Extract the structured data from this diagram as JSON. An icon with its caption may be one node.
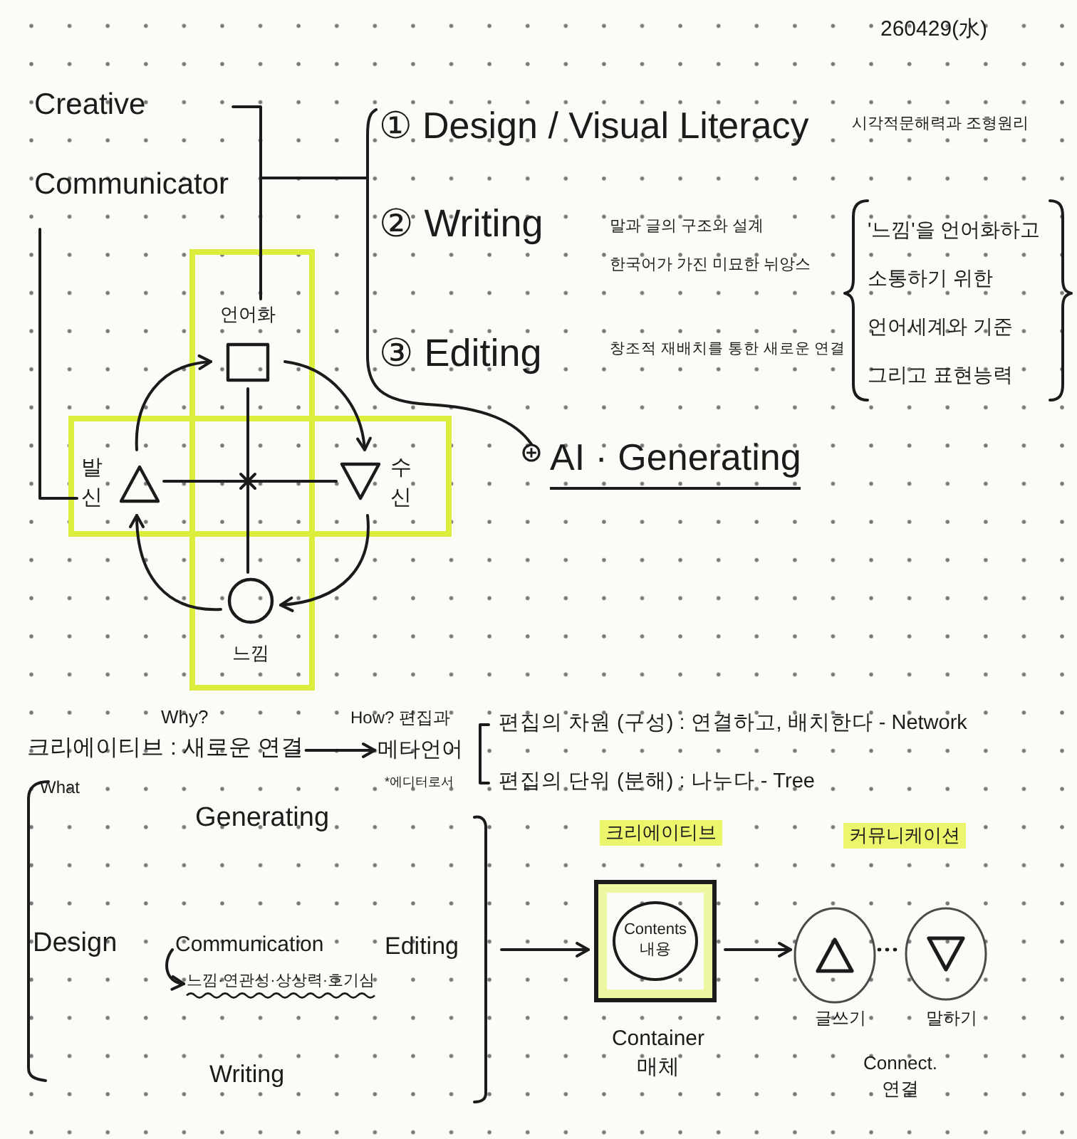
{
  "diagram": {
    "nodes": [
      {
        "text": [
          "Creative Communicator"
        ]
      },
      {
        "text": [
          "① Design / Visual Literacy"
        ]
      },
      {
        "text": [
          "② Writing"
        ]
      },
      {
        "text": [
          "③ Editing"
        ]
      },
      {
        "text": [
          "AI · Generating"
        ]
      },
      {
        "text": [
          "언어화"
        ]
      },
      {
        "text": [
          "발신"
        ]
      },
      {
        "text": [
          "수신"
        ]
      },
      {
        "text": [
          "느낌"
        ]
      },
      {
        "text": [
          "크리에이티브 : 새로운 연결"
        ],
        "beside": [
          "Why?"
        ]
      },
      {
        "text": [
          "메타언어"
        ],
        "beside": [
          "How? 편집과",
          "*에디터로서"
        ]
      },
      {
        "text": [
          "Generating"
        ]
      },
      {
        "text": [
          "Design"
        ]
      },
      {
        "text": [
          "Communication"
        ]
      },
      {
        "text": [
          "느낌·연관성·상상력·호기심"
        ]
      },
      {
        "text": [
          "Editing"
        ]
      },
      {
        "text": [
          "Writing"
        ]
      },
      {
        "text": [
          "크리에이티브"
        ],
        "beside": [
          "Container 매체"
        ]
      },
      {
        "text": [
          "Contents 내용"
        ],
        "in": 17
      },
      {
        "text": [],
        "shape": "circle",
        "beside": [
          "글쓰기"
        ]
      },
      {
        "text": [],
        "shape": "circle",
        "beside": [
          "말하기"
        ]
      }
    ],
    "edges": [
      {
        "from": 0,
        "to": 1,
        "arrow": "none"
      },
      {
        "from": 0,
        "to": 4,
        "arrow": "other"
      },
      {
        "from": 0,
        "to": 5,
        "arrow": "none"
      },
      {
        "from": 0,
        "to": 6,
        "arrow": "none"
      },
      {
        "from": 6,
        "to": 5,
        "arrow": "to"
      },
      {
        "from": 5,
        "to": 7,
        "arrow": "to"
      },
      {
        "from": 7,
        "to": 8,
        "arrow": "to"
      },
      {
        "from": 8,
        "to": 6,
        "arrow": "to"
      },
      {
        "from": 5,
        "to": 8,
        "arrow": "none"
      },
      {
        "from": 6,
        "to": 7,
        "arrow": "none"
      },
      {
        "from": 9,
        "to": 10,
        "arrow": "to"
      },
      {
        "from": 13,
        "to": 14,
        "arrow": "to"
      },
      {
        "from": null,
        "to": 17,
        "arrow": "to"
      },
      {
        "from": 17,
        "to": 19,
        "arrow": "to"
      },
      {
        "from": 19,
        "to": 20,
        "arrow": "none",
        "style": "dashed"
      }
    ],
    "labels": [
      "260429(水)",
      "시각적문해력과 조형원리",
      "말과 글의 구조와 설계 한국어가 가진 미묘한 뉘앙스",
      "'느낌'을 언어화하고 소통하기 위한 언어세계와 기준 그리고 표현능력",
      "창조적 재배치를 통한 새로운 연결",
      "편집의 차원 (구성) : 연결하고, 배치한다 - Network",
      "편집의 단위 (분해) : 나누다 - Tree",
      "What",
      "커뮤니케이션",
      "Connect. 연결"
    ]
  }
}
